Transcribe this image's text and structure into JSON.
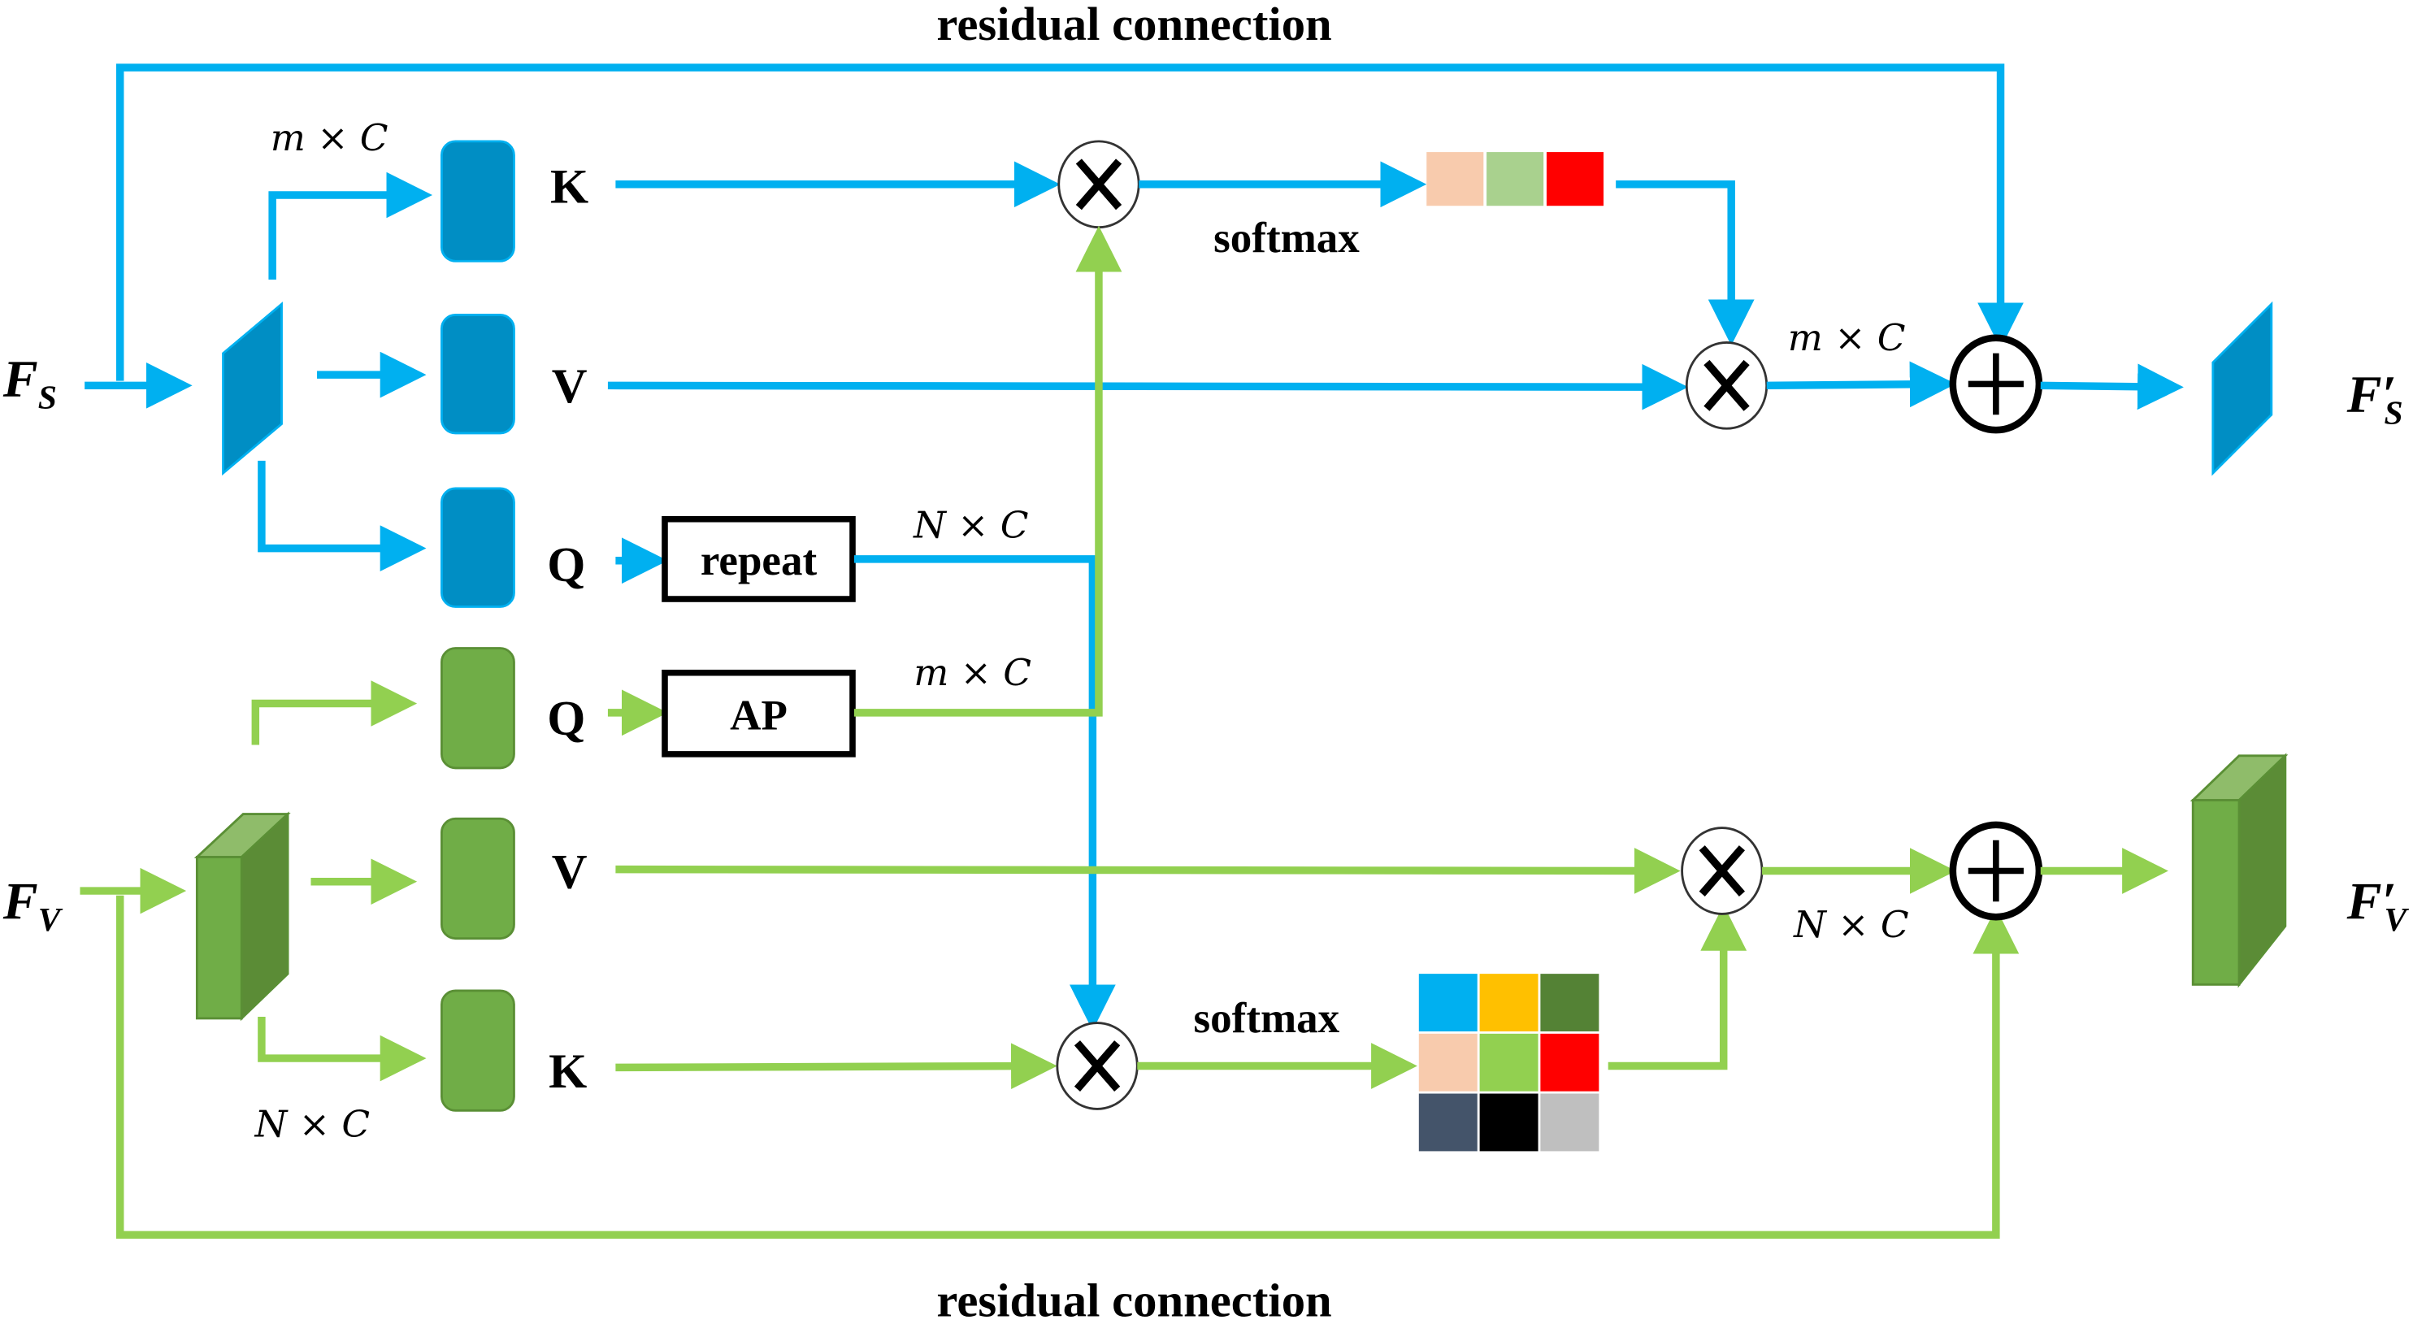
{
  "labels": {
    "top_residual": "residual connection",
    "bottom_residual": "residual connection",
    "input_s": "F",
    "input_s_sub": "S",
    "input_v": "F",
    "input_v_sub": "V",
    "output_s": "F′",
    "output_s_sub": "S",
    "output_v": "F′",
    "output_v_sub": "V",
    "s_branch": {
      "k": "K",
      "v": "V",
      "q": "Q"
    },
    "v_branch": {
      "q": "Q",
      "v": "V",
      "k": "K"
    },
    "repeat_op": "repeat",
    "ap_op": "AP",
    "softmax_top": "softmax",
    "softmax_bottom": "softmax",
    "dim_s_input": "m × C",
    "dim_repeat_out": "N × C",
    "dim_ap_out": "m × C",
    "dim_s_attn_out": "m × C",
    "dim_v_attn_out": "N × C",
    "dim_v_input": "N × C"
  },
  "icons": {
    "multiply": "circled-times-icon",
    "add": "circled-plus-icon"
  },
  "colors": {
    "s_stream_line": "#00B0F0",
    "s_stream_block": "#008EC4",
    "v_stream_line": "#92D050",
    "v_stream_block": "#70AD47",
    "v_stream_block_dark": "#548235",
    "v_stream_block_light": "#8FBC6A",
    "op_box_border": "#000000"
  },
  "softmax_vector_colors": [
    "#F8CBAD",
    "#A9D18E",
    "#FF0000"
  ],
  "softmax_matrix_colors": [
    [
      "#00B0F0",
      "#FFC000",
      "#548235"
    ],
    [
      "#F8CBAD",
      "#92D050",
      "#FF0000"
    ],
    [
      "#44546A",
      "#000000",
      "#BFBFBF"
    ]
  ]
}
